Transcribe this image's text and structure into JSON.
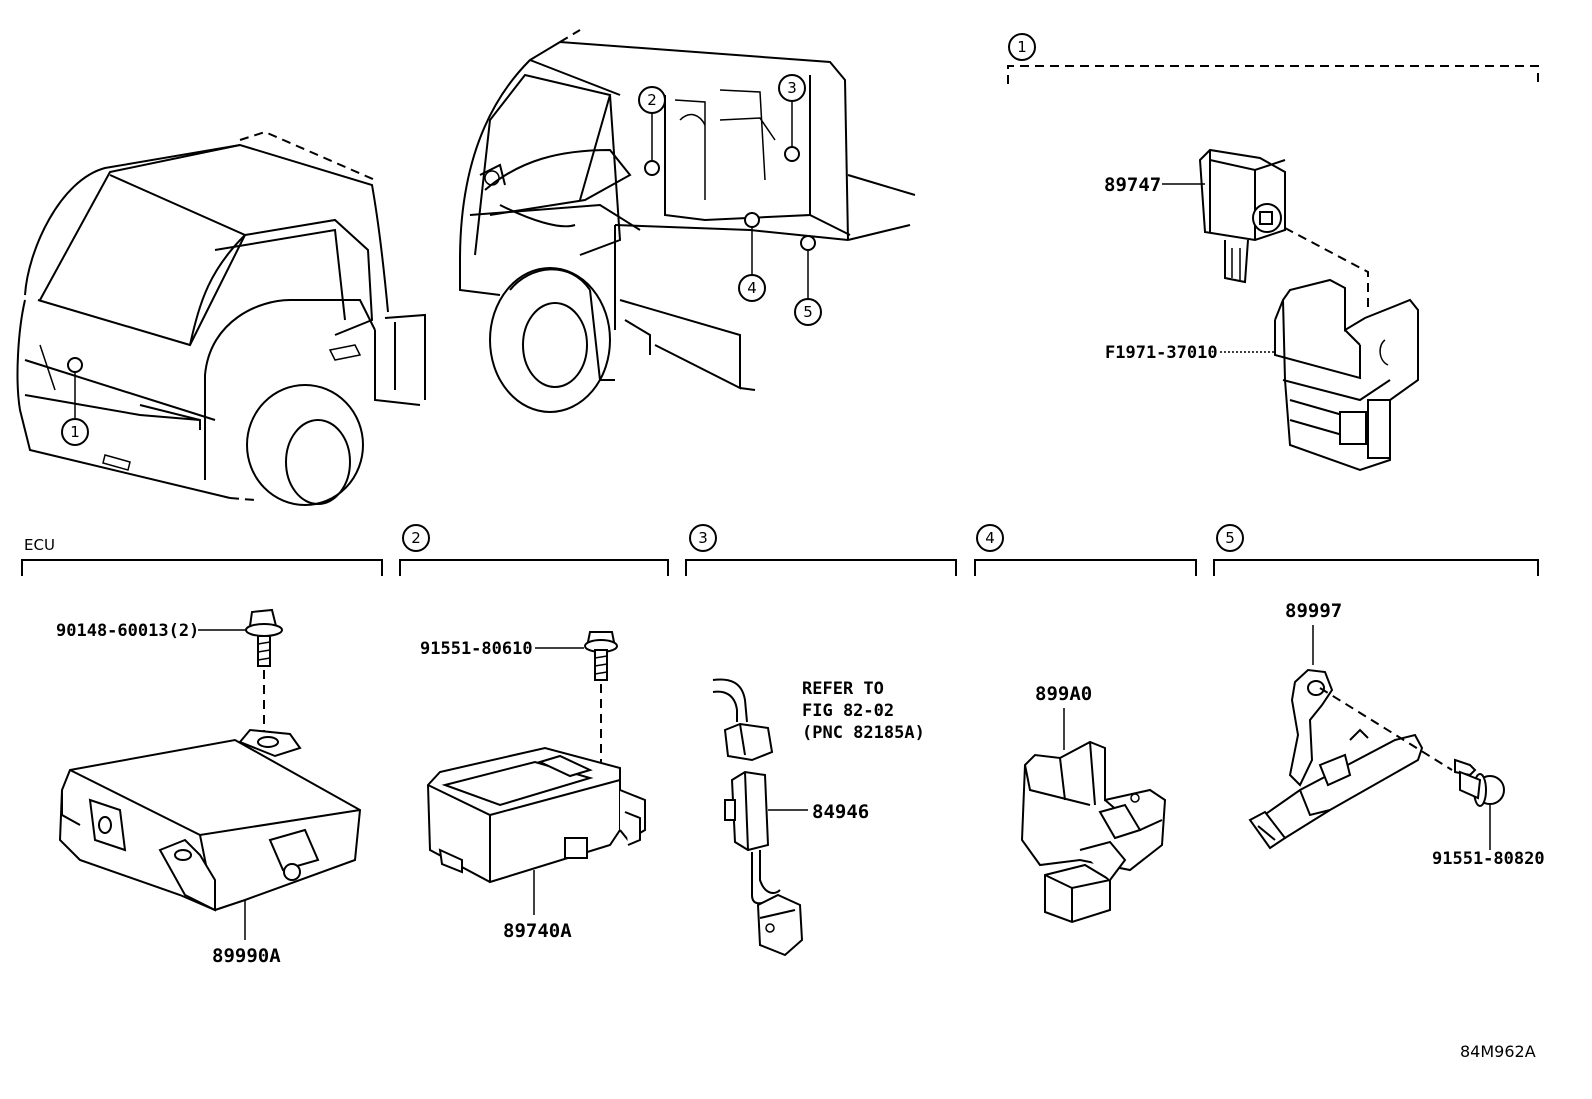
{
  "sections": {
    "s1": {
      "number": "1"
    },
    "ecu": {
      "label": "ECU"
    },
    "s2": {
      "number": "2"
    },
    "s3": {
      "number": "3"
    },
    "s4": {
      "number": "4"
    },
    "s5": {
      "number": "5"
    }
  },
  "truck_callouts": {
    "front": "1",
    "cab_2": "2",
    "cab_3": "3",
    "cab_4": "4",
    "cab_5": "5"
  },
  "parts": {
    "p89747": "89747",
    "pF1971": "F1971-37010",
    "p90148": "90148-60013(2)",
    "p89990A": "89990A",
    "p91551_610": "91551-80610",
    "p89740A": "89740A",
    "refer": {
      "line1": "REFER TO",
      "line2": "FIG 82-02",
      "line3": "(PNC 82185A)"
    },
    "p84946": "84946",
    "p899A0": "899A0",
    "p89997": "89997",
    "p91551_820": "91551-80820"
  },
  "footer": {
    "code": "84M962A"
  }
}
